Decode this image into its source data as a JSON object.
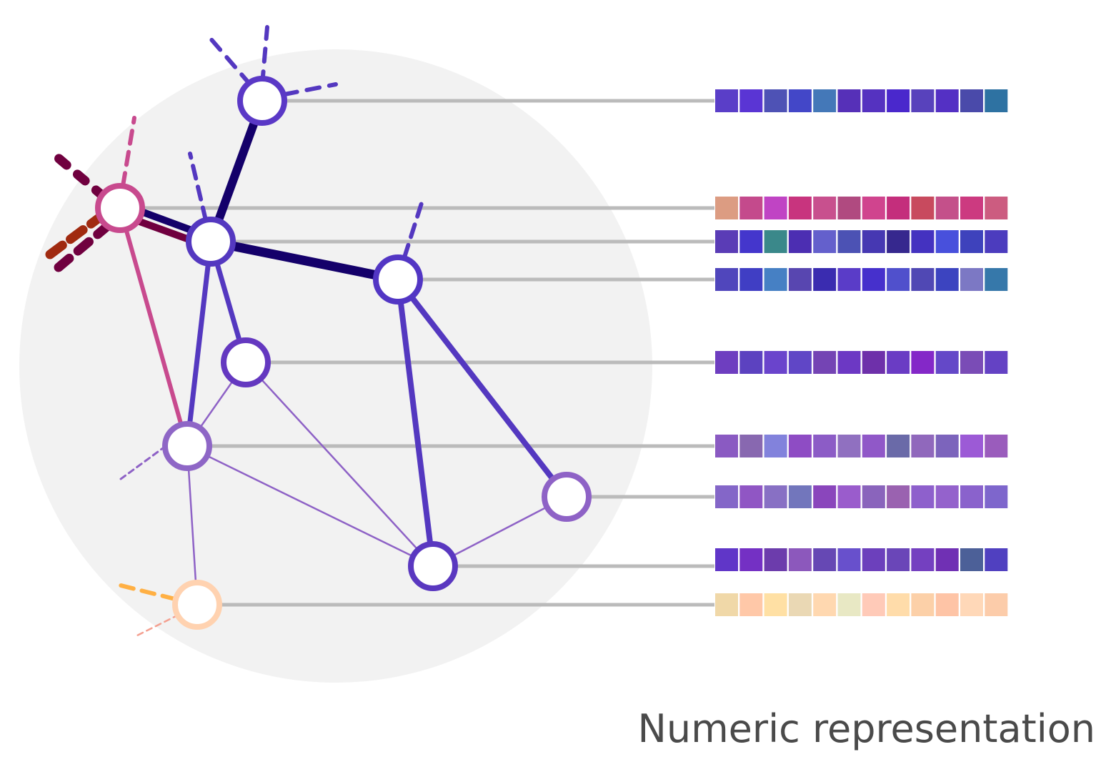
{
  "caption": "Numeric representation",
  "colors": {
    "background_disc": "#f2f2f2",
    "connector": "#bbbbbb",
    "node_fill": "#ffffff"
  },
  "nodes": [
    {
      "id": "n1",
      "stroke": "#5a38c6",
      "vector": [
        "#5a3ec8",
        "#5a35d4",
        "#4e52b5",
        "#4347c8",
        "#4478b8",
        "#5630b8",
        "#5532c0",
        "#4a28cc",
        "#5842bc",
        "#5430c4",
        "#4a4aaa",
        "#2e72a2"
      ]
    },
    {
      "id": "n2",
      "stroke": "#c84a8e",
      "vector": [
        "#dc9c82",
        "#c44a8c",
        "#c044c4",
        "#c8347e",
        "#c8508e",
        "#b04a80",
        "#d0448e",
        "#c42e7c",
        "#c84a5e",
        "#c4508a",
        "#cc3a80",
        "#cc5c80"
      ]
    },
    {
      "id": "n3",
      "stroke": "#5438c0",
      "vector": [
        "#5a3cb6",
        "#4436cc",
        "#3a888a",
        "#4c2eb2",
        "#6460cc",
        "#4c52b4",
        "#4638b2",
        "#36288e",
        "#4432c0",
        "#4850dc",
        "#3e42bc",
        "#4c3cbe"
      ]
    },
    {
      "id": "n4",
      "stroke": "#5236c4",
      "vector": [
        "#5046bc",
        "#403ec4",
        "#4680c4",
        "#5846b0",
        "#3a2cb0",
        "#5a3cc8",
        "#4630cc",
        "#5050cc",
        "#5048b4",
        "#3c44c0",
        "#7c78c4",
        "#3678aa"
      ]
    },
    {
      "id": "n5",
      "stroke": "#6438c0",
      "vector": [
        "#6e3ec0",
        "#5c42c0",
        "#6a44cc",
        "#6046c6",
        "#7444b4",
        "#6c38c4",
        "#6e30aa",
        "#6a3cc4",
        "#8428c8",
        "#6448c8",
        "#7a4cb6",
        "#6442c4"
      ]
    },
    {
      "id": "n6",
      "stroke": "#8e66c6",
      "vector": [
        "#8a5ac2",
        "#8868b0",
        "#8282dc",
        "#8e4cc4",
        "#8c5cc6",
        "#9070c0",
        "#9058c8",
        "#6a6aa8",
        "#9068bc",
        "#7c64bc",
        "#9c5ad6",
        "#9a5cbc"
      ]
    },
    {
      "id": "n7",
      "stroke": "#8e62c6",
      "vector": [
        "#8466c8",
        "#9056c4",
        "#8870c4",
        "#7276bc",
        "#8a46bc",
        "#9a5ccc",
        "#8a64bc",
        "#9a62b0",
        "#8e60cc",
        "#9462cc",
        "#8a62cc",
        "#7e66cc"
      ]
    },
    {
      "id": "n8",
      "stroke": "#5a38c0",
      "vector": [
        "#6036c8",
        "#7430c4",
        "#6c3cac",
        "#8c58bc",
        "#6648b4",
        "#6850cc",
        "#6c40bc",
        "#6a46b8",
        "#7440c0",
        "#7030b4",
        "#4c6098",
        "#5040c0"
      ]
    },
    {
      "id": "n9",
      "stroke": "#ffd2b0",
      "vector": [
        "#f0d8a8",
        "#ffc8a8",
        "#ffe0a4",
        "#ead8b4",
        "#ffd8b0",
        "#e8e8c4",
        "#ffcab8",
        "#ffdcaa",
        "#fcd0a8",
        "#fec4a6",
        "#ffd8b8",
        "#fcccaa"
      ]
    }
  ]
}
